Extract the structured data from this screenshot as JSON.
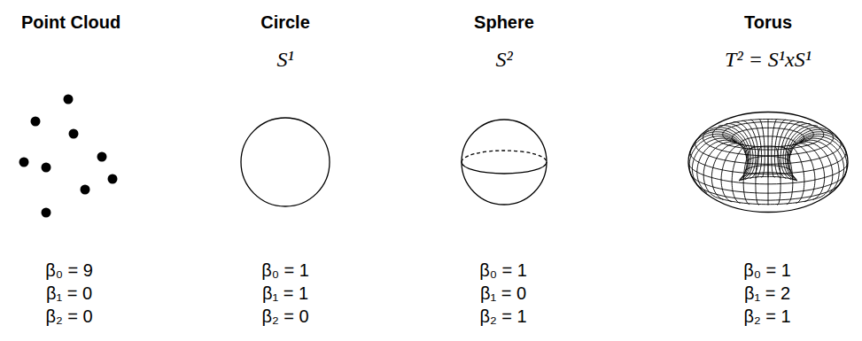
{
  "diagram": {
    "labels": [
      "Point Cloud",
      "Circle",
      "Sphere",
      "Torus",
      "S¹",
      "S²",
      "T² = S¹xS¹",
      "β₀ = 9",
      "β₁ = 0",
      "β₂ = 0",
      "β₀ = 1",
      "β₁ = 1",
      "β₂ = 0",
      "β₀ = 1",
      "β₁ = 0",
      "β₂ = 1",
      "β₀ = 1",
      "β₁ = 2",
      "β₂ = 1"
    ]
  }
}
